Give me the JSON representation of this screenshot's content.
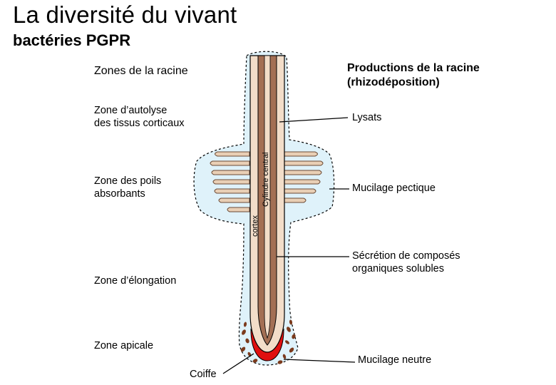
{
  "header": {
    "title": "La diversité du vivant",
    "subtitle": "bactéries PGPR"
  },
  "left": {
    "heading": "Zones de la racine",
    "zone_autolyse": [
      "Zone d’autolyse",
      "des tissus corticaux"
    ],
    "zone_poils": [
      "Zone des poils",
      "absorbants"
    ],
    "zone_elongation": "Zone d’élongation",
    "zone_apicale": "Zone apicale",
    "coiffe": "Coiffe"
  },
  "right": {
    "heading": [
      "Productions de la racine",
      "(rhizodéposition)"
    ],
    "lysats": "Lysats",
    "mucilage_pectique": "Mucilage pectique",
    "secretion": [
      "Sécrétion de composés",
      "organiques solubles"
    ],
    "mucilage_neutre": "Mucilage neutre"
  },
  "root": {
    "cylindre": "Cylindre central",
    "cortex": "cortex"
  },
  "colors": {
    "cortex": "#f2ddc9",
    "central": "#a36f54",
    "cap": "#e01010",
    "mucilage": "#dff2fa",
    "hair": "#e9cfb5",
    "bacteria": "#7b3a1c"
  }
}
